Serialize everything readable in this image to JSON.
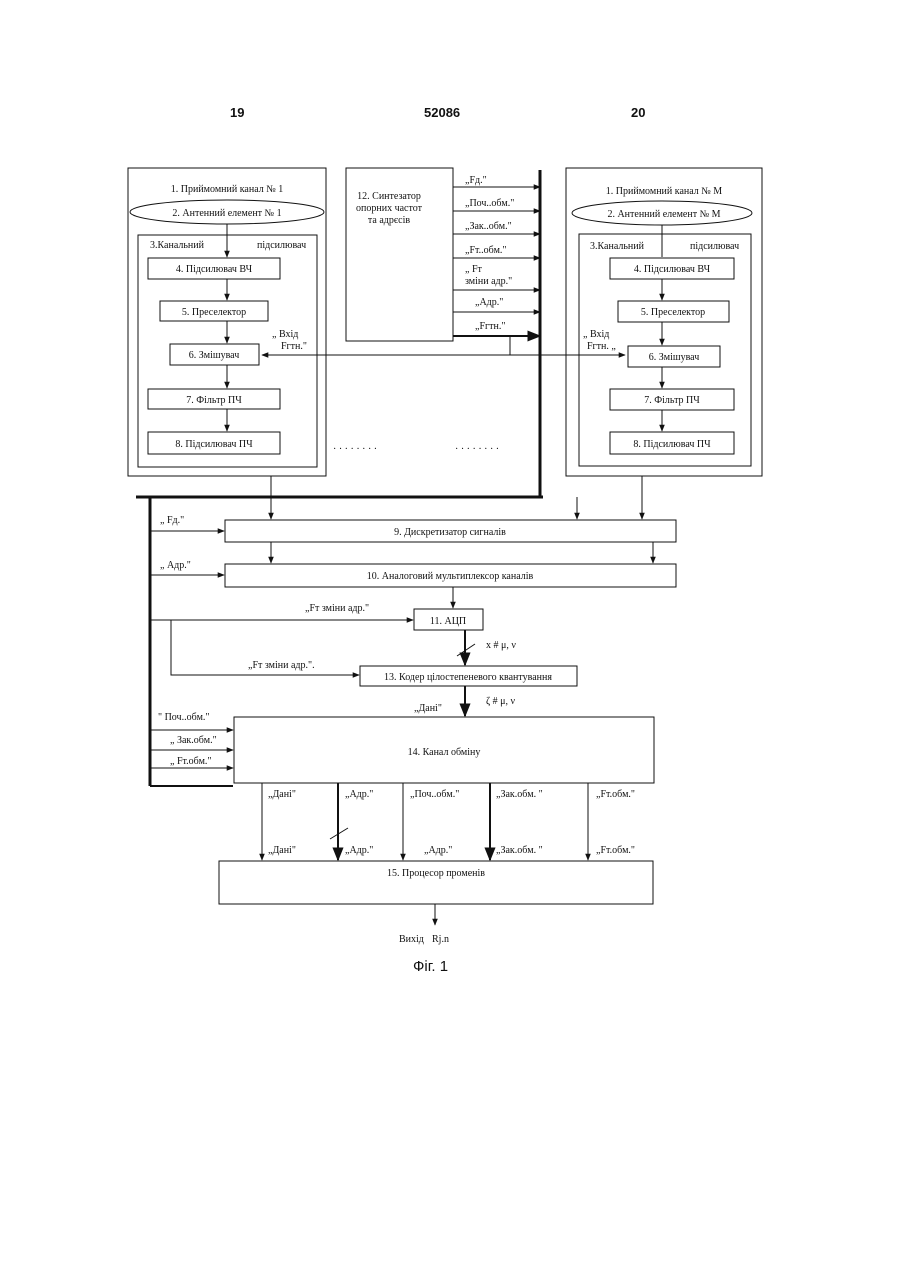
{
  "header": {
    "left_page": "19",
    "patent": "52086",
    "right_page": "20"
  },
  "figure_caption": "Фіг. 1",
  "blocks": {
    "ch1": "1. Приймомний канал № 1",
    "ant1": "2. Антенний елемент № 1",
    "amp1_a": "3.Канальний",
    "amp1_b": "підсилювач",
    "hf1": "4. Підсилювач ВЧ",
    "pre1": "5. Преселектор",
    "mix1": "6. Змішувач",
    "ifil1": "7. Фільтр ПЧ",
    "iamp1": "8. Підсилювач ПЧ",
    "in1_a": "„ Вхід",
    "in1_b": "Fгтн.\"",
    "synth_a": "12. Синтезатор",
    "synth_b": "опорних частот",
    "synth_c": "та адрєсів",
    "chM": "1. Приймомний канал № М",
    "antM": "2. Антенний елемент № М",
    "ampM_a": "3.Канальний",
    "ampM_b": "підсилювач",
    "hfM": "4. Підсилювач ВЧ",
    "preM": "5. Преселектор",
    "mixM": "6. Змішувач",
    "ifilM": "7. Фільтр ПЧ",
    "iampM": "8. Підсилювач ПЧ",
    "inM_a": "„ Вхід",
    "inM_b": "Fгтн. „",
    "b9": "9. Дискретизатор сигналів",
    "b10": "10. Аналоговий мультиплексор каналів",
    "b11": "11. АЦП",
    "b13": "13. Кодер цілостепеневого квантування",
    "b14": "14. Канал обміну",
    "b15": "15. Процесор променів"
  },
  "synth_outputs": [
    "„Fд.\"",
    "„Поч..обм.\"",
    "„Зак..обм.\"",
    "„Fт..обм.\"",
    "„ Fт",
    "зміни адр.\"",
    "„Адр.\"",
    "„Fгтн.\""
  ],
  "signal_labels": {
    "fd": "„ Fд.\"",
    "adr": "„ Адр.\"",
    "ft_change1": "„Fт зміни адр.\"",
    "ft_change2": "„Fт зміни адр.\".",
    "x": "x # μ,  ν",
    "data_in": "„Дані\"",
    "zeta": "ζ # μ,  ν",
    "poch": "\" Поч..обм.\"",
    "zak": "„ Зак.обм.\"",
    "ft_obm": "„ Fт.обм.\"",
    "dots_left": "· · · · · · · ·",
    "dots_right": "· · · · · · · ·"
  },
  "bus_top": [
    "„Дані\"",
    "„Адр.\"",
    "„Поч..обм.\"",
    "„Зак.обм. \"",
    "„Fт.обм.\""
  ],
  "bus_bottom": [
    "„Дані\"",
    "„Адр.\"",
    "„Адр.\"",
    "„Зак.обм. \"",
    "„Fт.обм.\""
  ],
  "output_a": "Вихід",
  "output_b": "Rj.n"
}
